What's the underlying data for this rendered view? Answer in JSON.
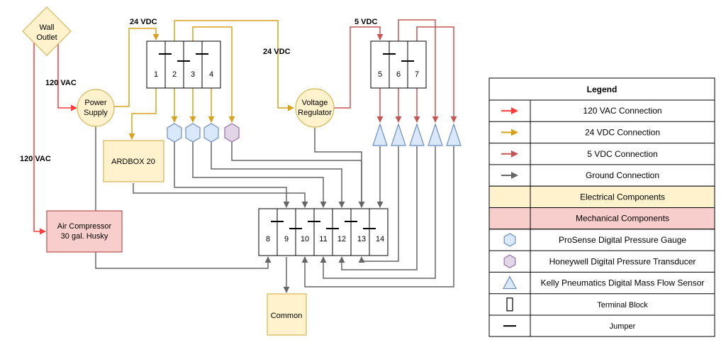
{
  "components": {
    "wall_outlet": [
      "Wall",
      "Outlet"
    ],
    "power_supply": [
      "Power",
      "Supply"
    ],
    "voltage_regulator": [
      "Voltage",
      "Regulator"
    ],
    "ardbox": "ARDBOX 20",
    "air_compressor": [
      "Air Compressor",
      "30 gal. Husky"
    ],
    "common": "Common"
  },
  "voltage_labels": {
    "v120_top": "120 VAC",
    "v120_left": "120 VAC",
    "v24_top": "24 VDC",
    "v24_mid": "24 VDC",
    "v5": "5 VDC"
  },
  "terminals": {
    "block_a": [
      "1",
      "2",
      "3",
      "4"
    ],
    "block_b": [
      "5",
      "6",
      "7"
    ],
    "block_c": [
      "8",
      "9",
      "10",
      "11",
      "12",
      "13",
      "14"
    ]
  },
  "legend": {
    "title": "Legend",
    "items": [
      {
        "label": "120 VAC Connection",
        "kind": "arrow",
        "color": "#ff3b3b"
      },
      {
        "label": "24 VDC Connection",
        "kind": "arrow",
        "color": "#d9a21b"
      },
      {
        "label": "5 VDC Connection",
        "kind": "arrow",
        "color": "#c85555"
      },
      {
        "label": "Ground Connection",
        "kind": "arrow",
        "color": "#666666"
      },
      {
        "label": "Electrical Components",
        "kind": "fill",
        "color": "#fff2cc"
      },
      {
        "label": "Mechanical Components",
        "kind": "fill",
        "color": "#f8cecc"
      },
      {
        "label": "ProSense Digital Pressure Gauge",
        "kind": "hexagon",
        "color": "#dae8fc"
      },
      {
        "label": "Honeywell Digital Pressure Transducer",
        "kind": "hexagon",
        "color": "#e1d5e7"
      },
      {
        "label": "Kelly Pneumatics Digital Mass Flow Sensor",
        "kind": "triangle",
        "color": "#dae8fc"
      },
      {
        "label": "Terminal Block",
        "kind": "block",
        "color": "#ffffff"
      },
      {
        "label": "Jumper",
        "kind": "jumper",
        "color": "#000000"
      }
    ]
  },
  "colors": {
    "vac120": "#ff3b3b",
    "vdc24": "#d9a21b",
    "vdc5": "#c85555",
    "ground": "#666666",
    "electrical_fill": "#fff2cc",
    "electrical_stroke": "#d6b656",
    "mechanical_fill": "#f8cecc",
    "mechanical_stroke": "#b85450",
    "gauge_fill": "#dae8fc",
    "gauge_stroke": "#6c8ebf",
    "transducer_fill": "#e1d5e7",
    "transducer_stroke": "#9673a6"
  }
}
